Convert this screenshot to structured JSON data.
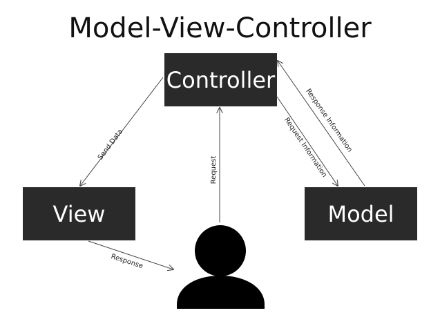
{
  "title": "Model-View-Controller",
  "nodes": {
    "controller": "Controller",
    "view": "View",
    "model": "Model"
  },
  "edges": {
    "send_data": "Send Data",
    "request": "Request",
    "request_information": "Request Information",
    "response_information": "Response Information",
    "response": "Response"
  },
  "colors": {
    "box_fill": "#2a2a2a",
    "box_text": "#ffffff",
    "line": "#444444",
    "user_icon": "#000000"
  },
  "icons": {
    "user": "user-silhouette-icon"
  }
}
